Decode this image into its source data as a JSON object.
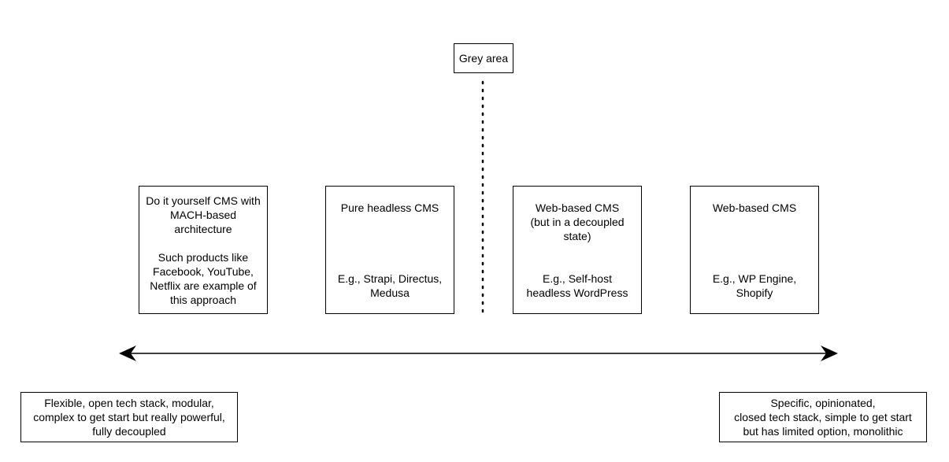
{
  "grey_area": {
    "label": "Grey area"
  },
  "boxes": [
    {
      "title_lines": [
        "Do it yourself CMS with",
        "MACH-based",
        "architecture"
      ],
      "detail_lines": [
        "Such products like",
        "Facebook, YouTube,",
        "Netflix are example of",
        "this approach"
      ]
    },
    {
      "title_lines": [
        "Pure headless CMS"
      ],
      "detail_lines": [
        "E.g., Strapi, Directus,",
        "Medusa"
      ]
    },
    {
      "title_lines": [
        "Web-based CMS",
        "(but in a decoupled",
        "state)"
      ],
      "detail_lines": [
        "E.g., Self-host",
        "headless WordPress"
      ]
    },
    {
      "title_lines": [
        "Web-based CMS"
      ],
      "detail_lines": [
        "E.g., WP Engine,",
        "Shopify"
      ]
    }
  ],
  "left_note": {
    "lines": [
      "Flexible, open tech stack, modular,",
      "complex to get start but really powerful,",
      "fully decoupled"
    ]
  },
  "right_note": {
    "lines": [
      "Specific, opinionated,",
      "closed tech stack, simple to get start",
      "but has limited option, monolithic"
    ]
  },
  "colors": {
    "stroke": "#000000",
    "background": "#ffffff"
  }
}
